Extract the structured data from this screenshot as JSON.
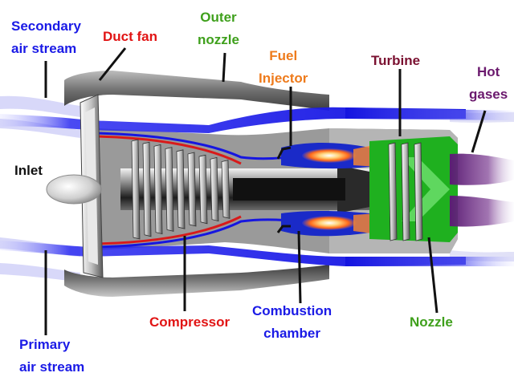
{
  "colors": {
    "blue_labels": "#1a1ae6",
    "red_labels": "#e11414",
    "green_labels": "#3fa01c",
    "orange_labels": "#ee7b1c",
    "maroon_labels": "#7a1030",
    "purple_labels": "#6b1a6e",
    "black_labels": "#111111",
    "airflow": "#1616e0",
    "casing_grey": "#8c8c8c",
    "combustion_green": "#1fb01f",
    "flame_orange": "#ff7a1c",
    "exhaust_purple": "#5a1a6e"
  },
  "labels": {
    "secondary_air_stream": [
      "Secondary",
      "air stream"
    ],
    "duct_fan": "Duct fan",
    "outer_nozzle": [
      "Outer",
      "nozzle"
    ],
    "fuel_injector": [
      "Fuel",
      "Injector"
    ],
    "turbine": "Turbine",
    "hot_gases": [
      "Hot",
      "gases"
    ],
    "inlet": "Inlet",
    "compressor": "Compressor",
    "combustion_chamber": [
      "Combustion",
      "chamber"
    ],
    "nozzle": "Nozzle",
    "primary_air_stream": [
      "Primary",
      "air stream"
    ]
  }
}
